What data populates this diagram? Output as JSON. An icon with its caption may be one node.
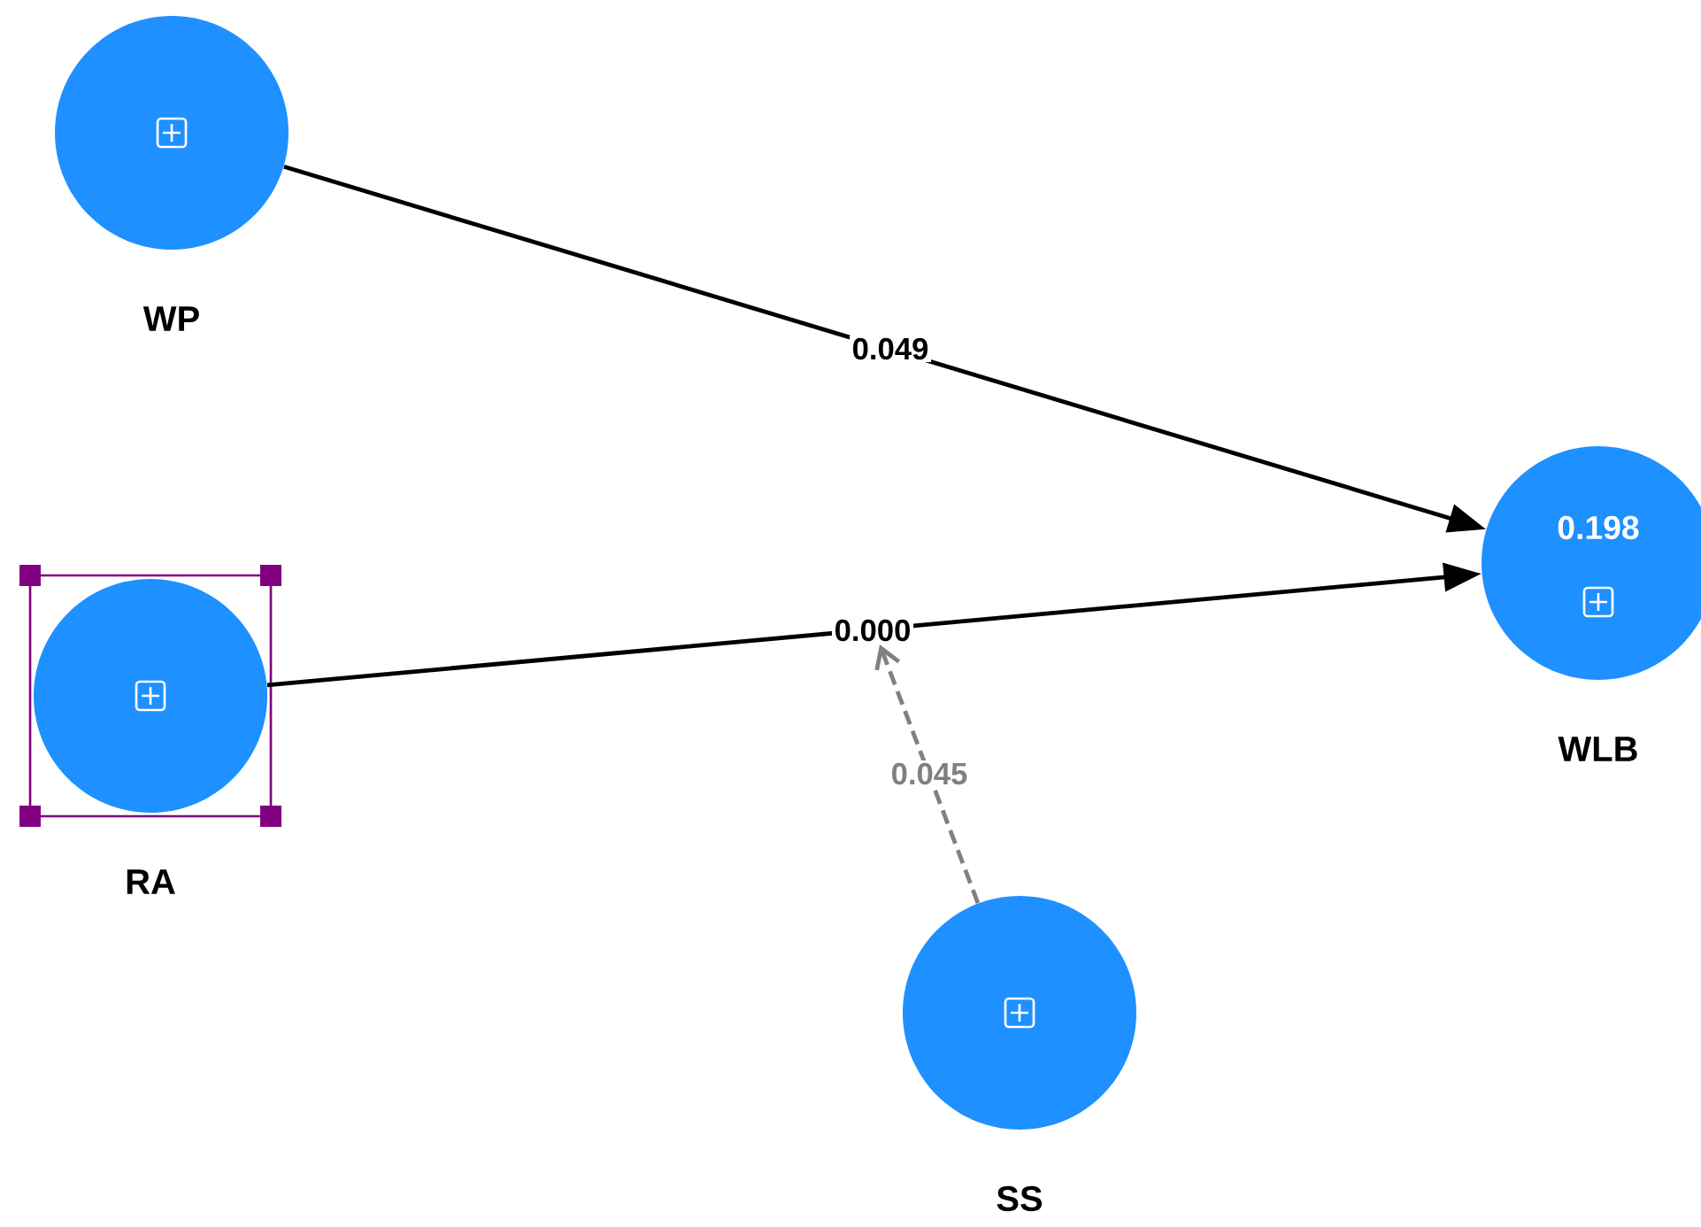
{
  "diagram": {
    "nodes": [
      {
        "text": [
          "WP"
        ]
      },
      {
        "text": [
          "0.198",
          "WLB"
        ]
      },
      {
        "text": [
          "RA"
        ]
      },
      {
        "text": [
          "SS"
        ]
      }
    ],
    "edges": [
      {
        "from": 0,
        "to": 1,
        "arrow": "to",
        "label": "0.049"
      },
      {
        "from": 2,
        "to": 1,
        "arrow": "to",
        "label": "0.000"
      },
      {
        "from": 3,
        "to": null,
        "arrow": "to",
        "label": "0.045",
        "style": "dashed",
        "color": "#808080"
      }
    ]
  }
}
